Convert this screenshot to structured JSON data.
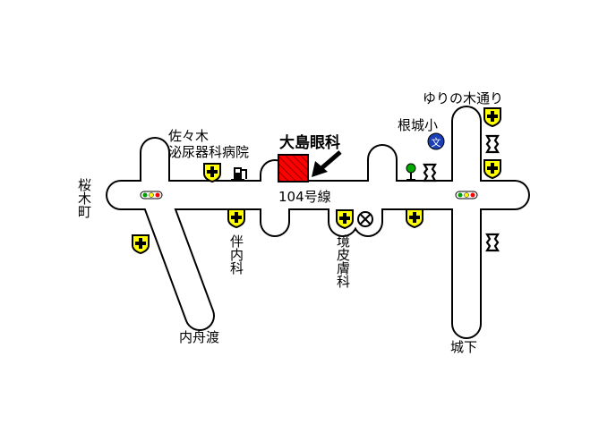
{
  "map": {
    "destination": {
      "label": "大島眼科",
      "color": "#ff0000"
    },
    "roads": {
      "main_road": "104号線",
      "north_east_street": "ゆりの木通り"
    },
    "places": {
      "sakuragi_cho": "桜木町",
      "uchifune_do": "内舟渡",
      "shiroshita": "城下",
      "clinic_sasaki": [
        "佐々木",
        "泌尿器科病院"
      ],
      "clinic_ban": "伴内科",
      "clinic_sakai": "境皮膚科",
      "school": "根城小"
    },
    "icons": {
      "hospital_marker": "hospital-cross-shield-icon",
      "traffic_light": "traffic-light-icon",
      "school": "school-icon",
      "police": "police-box-icon",
      "shrine": "shrine-icon",
      "tree": "tree-icon",
      "gas_station": "gas-station-icon",
      "arrow": "arrow-icon"
    },
    "colors": {
      "road_fill": "#ffffff",
      "road_outline": "#000000",
      "hospital_marker": "#ffff00",
      "school": "#1a3fb4",
      "traffic_light_green": "#00a000",
      "traffic_light_red": "#ff0000",
      "tree": "#00aa00"
    }
  }
}
